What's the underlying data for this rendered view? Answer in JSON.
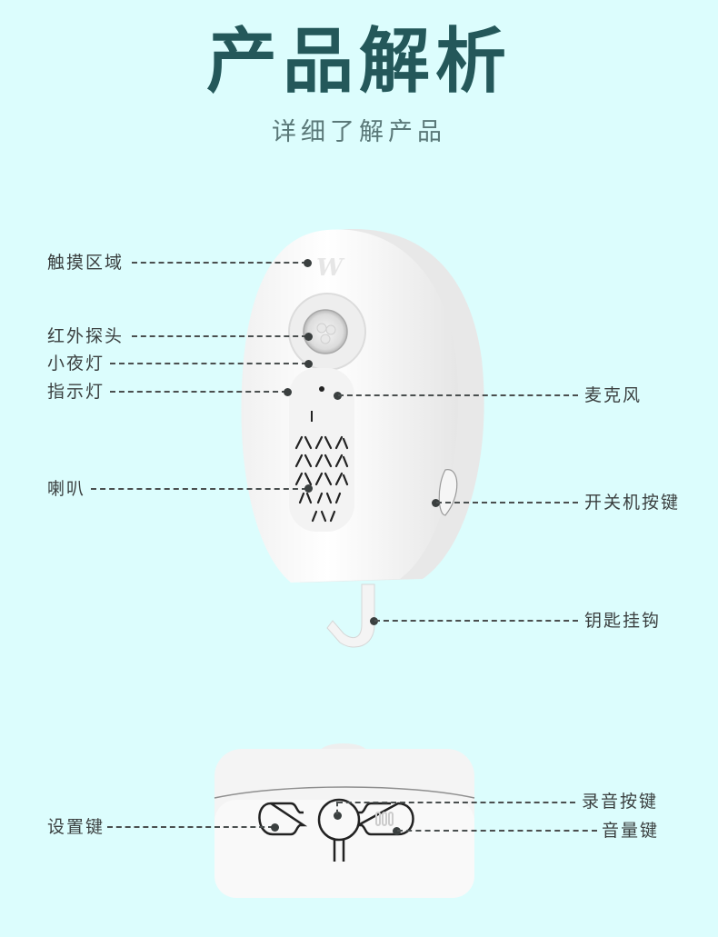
{
  "header": {
    "title": "产品解析",
    "subtitle": "详细了解产品"
  },
  "front_view": {
    "callouts": [
      {
        "id": "touch-area",
        "label": "触摸区域",
        "side": "left"
      },
      {
        "id": "pir-sensor",
        "label": "红外探头",
        "side": "left"
      },
      {
        "id": "night-light",
        "label": "小夜灯",
        "side": "left"
      },
      {
        "id": "indicator-light",
        "label": "指示灯",
        "side": "left"
      },
      {
        "id": "speaker",
        "label": "喇叭",
        "side": "left"
      },
      {
        "id": "microphone",
        "label": "麦克风",
        "side": "right"
      },
      {
        "id": "power-button",
        "label": "开关机按键",
        "side": "right"
      },
      {
        "id": "key-hook",
        "label": "钥匙挂钩",
        "side": "right"
      }
    ]
  },
  "bottom_view": {
    "callouts": [
      {
        "id": "settings-key",
        "label": "设置键",
        "side": "left"
      },
      {
        "id": "record-button",
        "label": "录音按键",
        "side": "right"
      },
      {
        "id": "volume-key",
        "label": "音量键",
        "side": "right"
      }
    ]
  },
  "colors": {
    "background": "#dcfdfd",
    "title": "#24585a",
    "subtitle": "#5a7878",
    "label": "#3a3f3f"
  }
}
